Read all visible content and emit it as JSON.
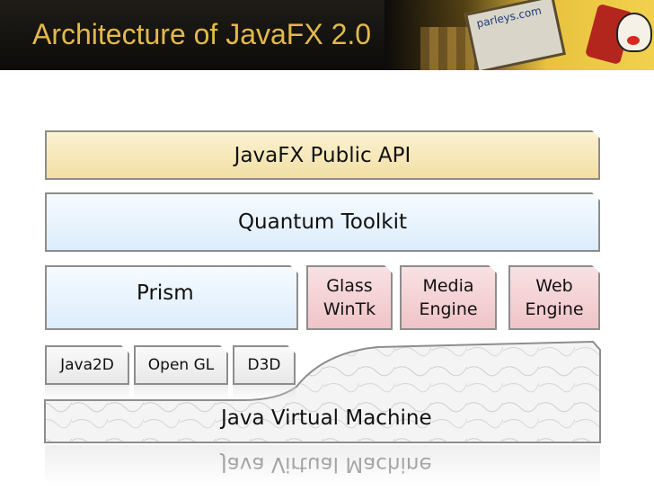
{
  "slide": {
    "title": "Architecture of JavaFX 2.0"
  },
  "header_art": {
    "screen_text": "parleys.com"
  },
  "layers": {
    "public_api": "JavaFX Public API",
    "quantum": "Quantum Toolkit",
    "prism": "Prism",
    "glass": [
      "Glass",
      "WinTk"
    ],
    "media": [
      "Media",
      "Engine"
    ],
    "web": [
      "Web",
      "Engine"
    ],
    "java2d": "Java2D",
    "opengl": "Open GL",
    "d3d": "D3D",
    "jvm": "Java Virtual Machine"
  },
  "colors": {
    "title": "#e3b94a",
    "public_api_fill": "#f5e6b4",
    "blue_fill": "#e4f0fb",
    "pink_fill": "#f3cdd1",
    "border": "#8d8d8d"
  }
}
